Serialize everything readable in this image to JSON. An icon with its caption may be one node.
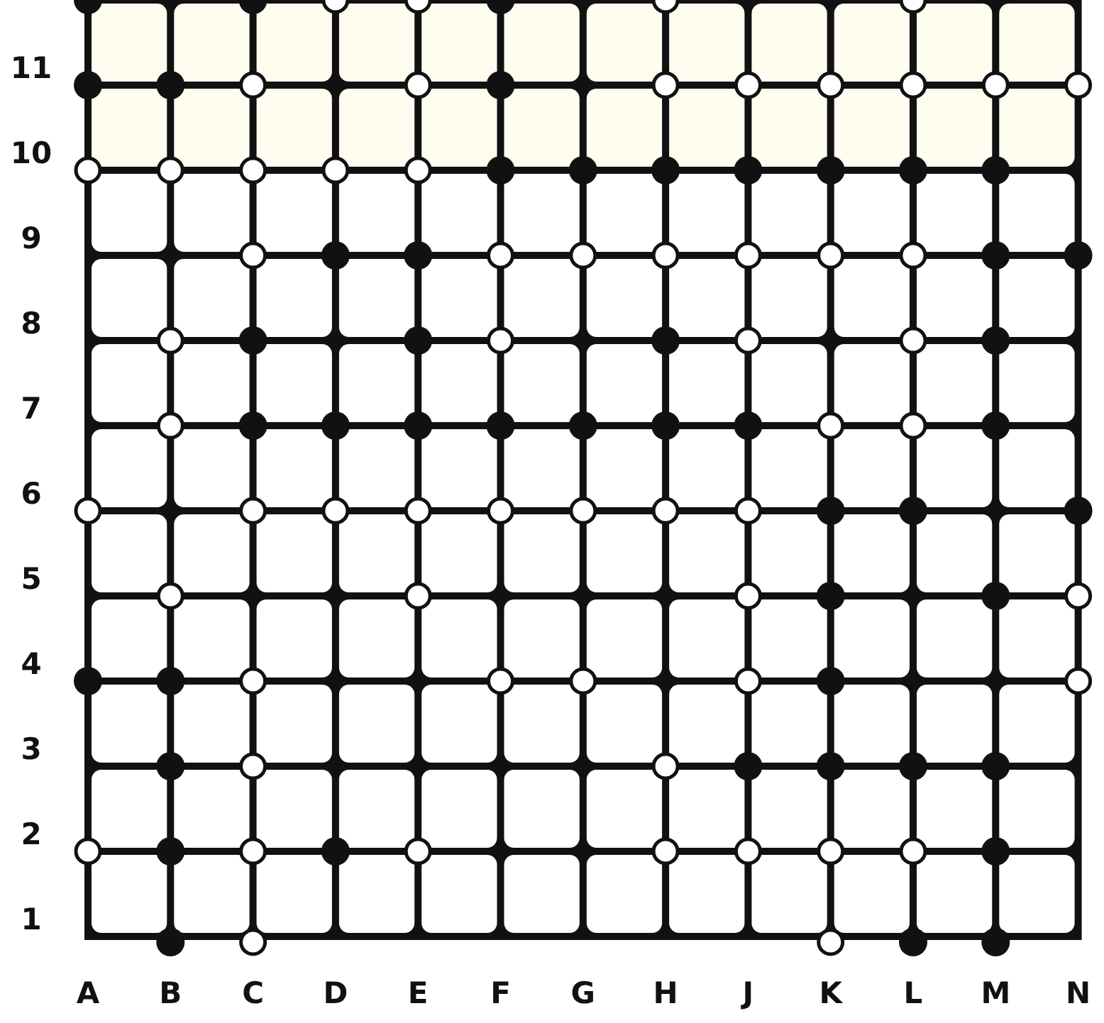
{
  "diagram": {
    "labels": [
      "11",
      "10",
      "9",
      "8",
      "7",
      "6",
      "5",
      "4",
      "3",
      "2",
      "1",
      "A",
      "B",
      "C",
      "D",
      "E",
      "F",
      "G",
      "H",
      "J",
      "K",
      "L",
      "M",
      "N"
    ]
  }
}
